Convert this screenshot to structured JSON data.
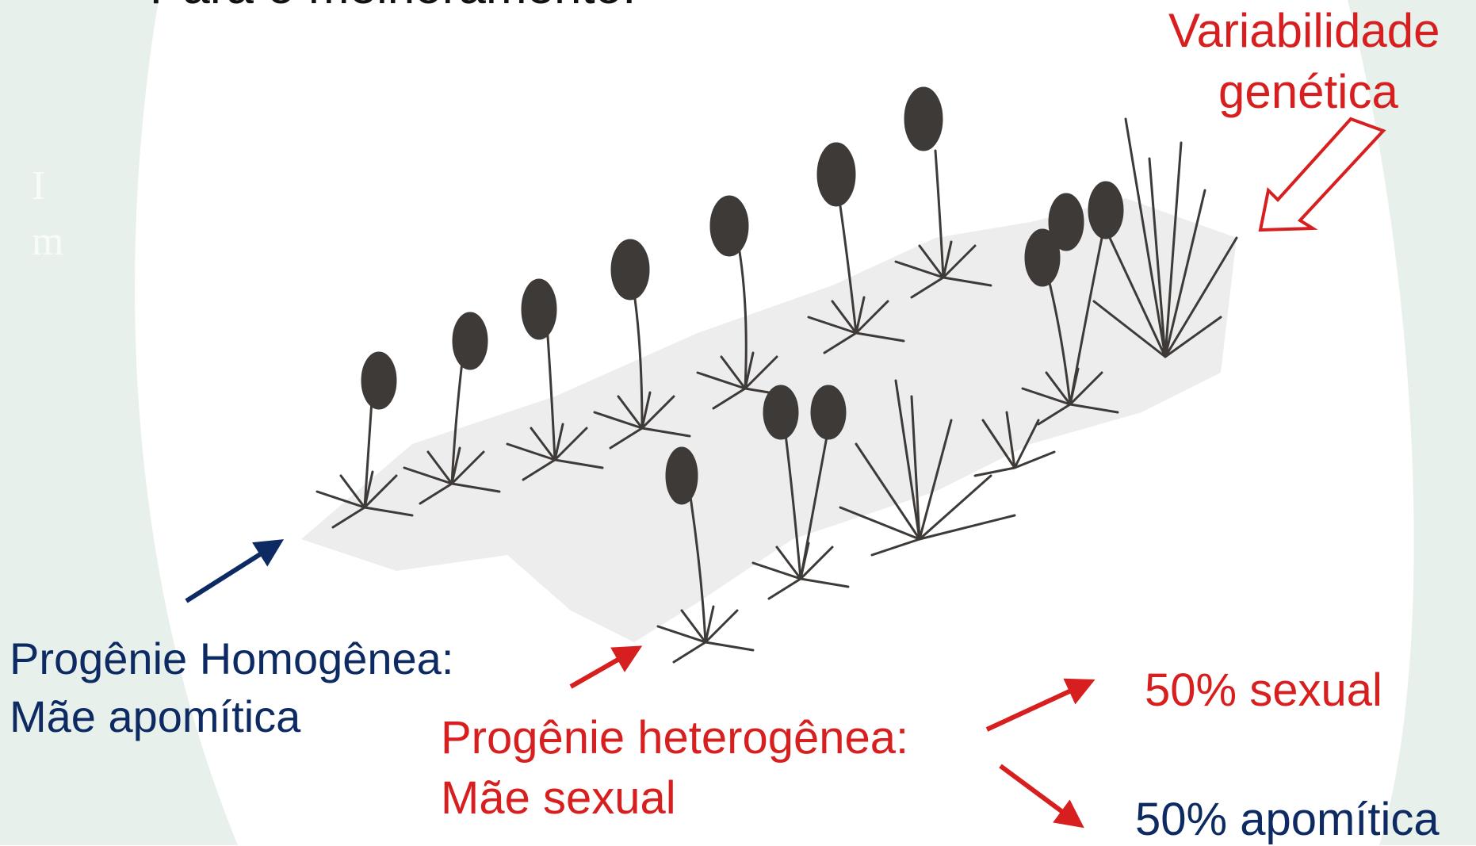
{
  "heading": "• Para o melhoramento:",
  "ghost_text": [
    "I",
    "m"
  ],
  "labels": {
    "variabilidade_line1": "Variabilidade",
    "variabilidade_line2": "genética",
    "homogenea_line1": "Progênie Homogênea:",
    "homogenea_line2": "Mãe apomítica",
    "heterogenea_line1": "Progênie heterogênea:",
    "heterogenea_line2": "Mãe sexual",
    "sexual": "50% sexual",
    "apomitica": "50% apomítica"
  },
  "colors": {
    "navy": "#0d2a63",
    "red": "#d71f1f",
    "plant": "#3d3a38",
    "background_band": "#e8f0ec"
  }
}
